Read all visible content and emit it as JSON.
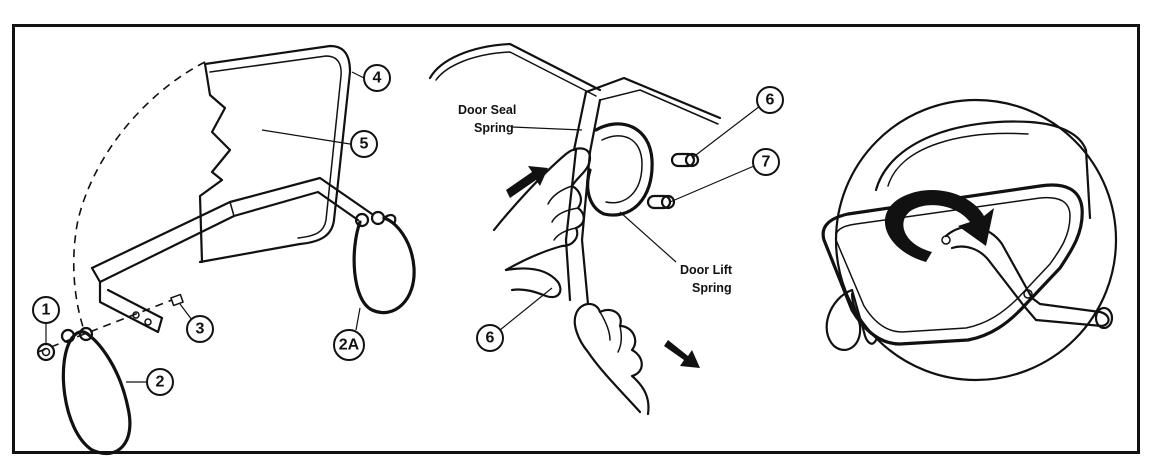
{
  "panel_left": {
    "callouts": [
      "1",
      "2",
      "2A",
      "3",
      "4",
      "5"
    ]
  },
  "panel_middle": {
    "callouts": [
      "6",
      "7",
      "6"
    ],
    "labels": {
      "door_seal_line1": "Door Seal",
      "door_seal_line2": "Spring",
      "door_lift_line1": "Door Lift",
      "door_lift_line2": "Spring"
    }
  },
  "panel_right": {},
  "colors": {
    "ink": "#111111",
    "paper": "#ffffff"
  }
}
